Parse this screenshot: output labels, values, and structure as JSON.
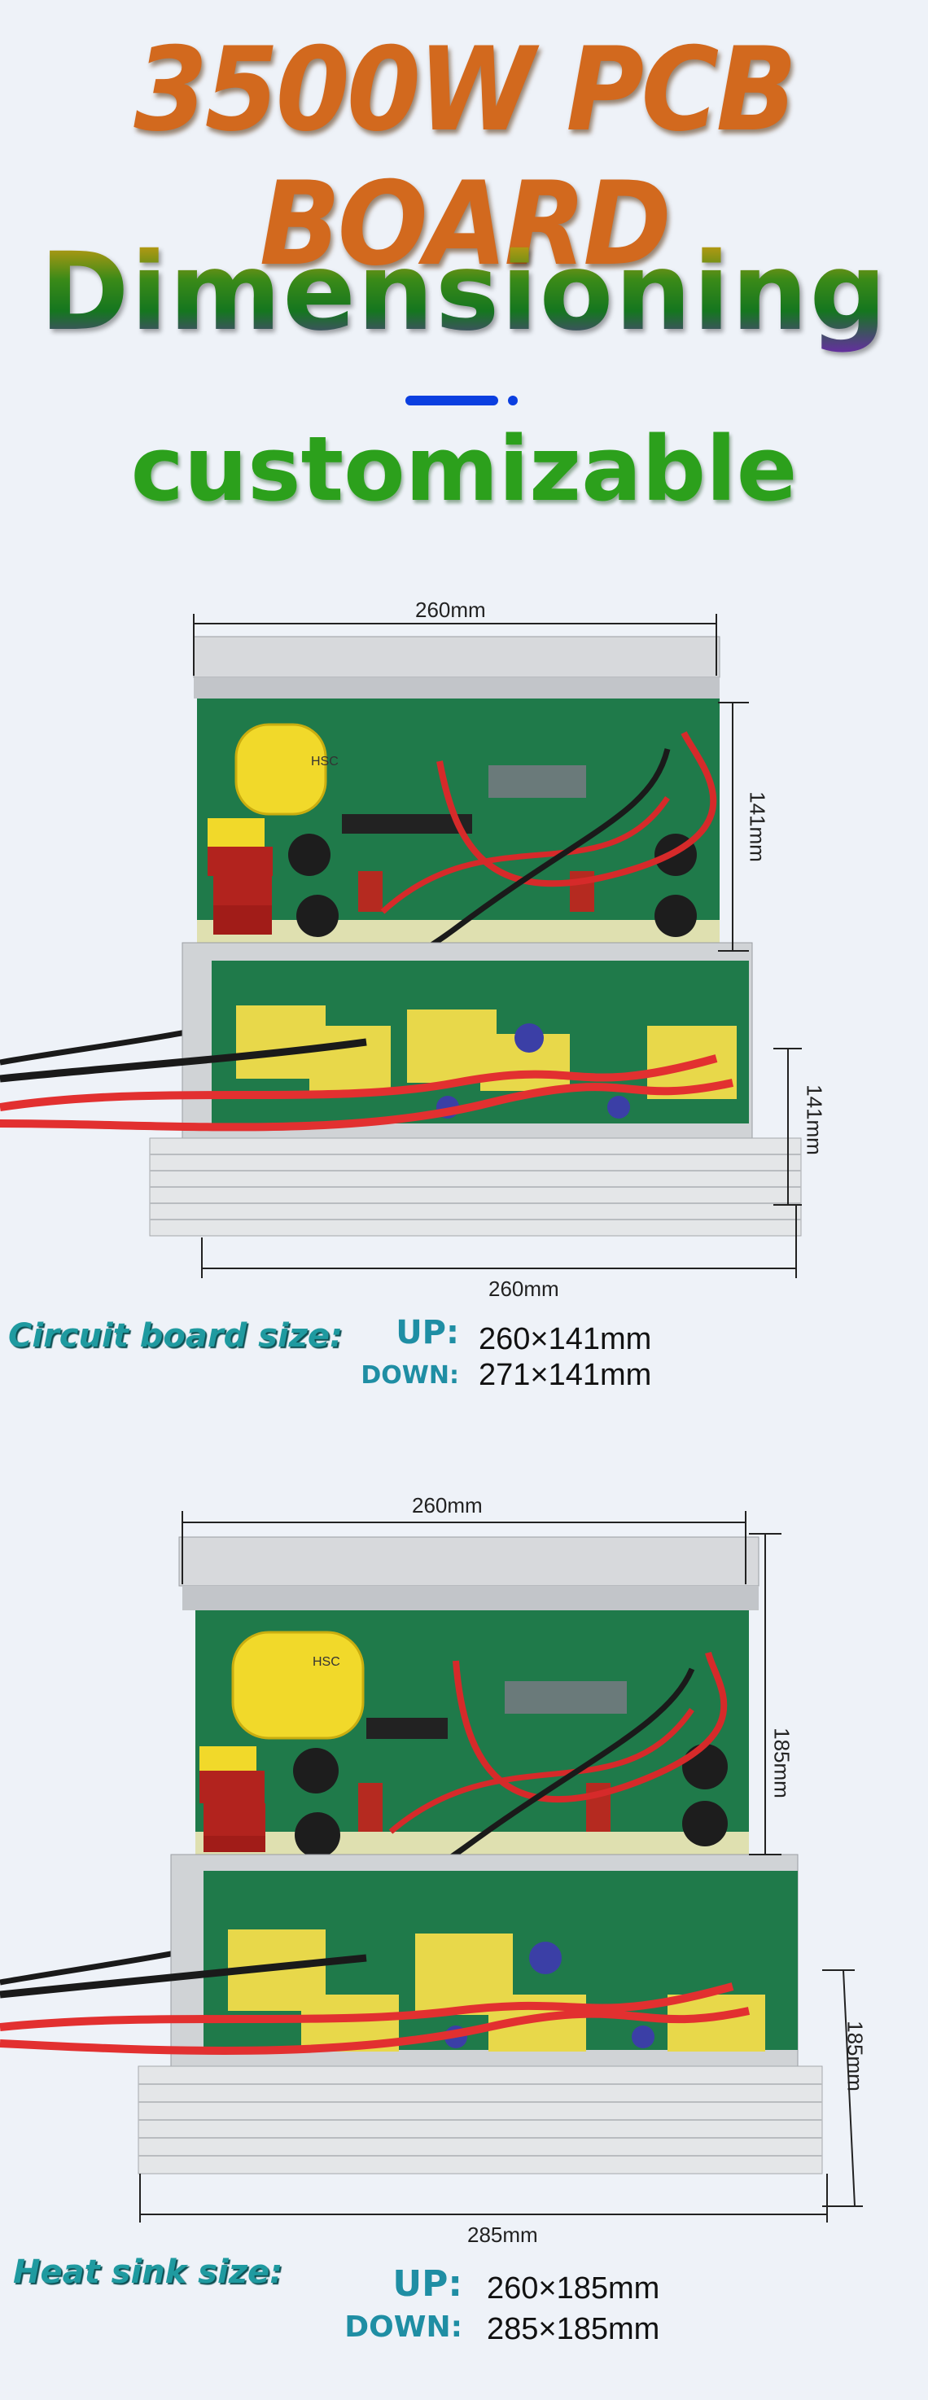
{
  "header": {
    "title": "3500W PCB BOARD",
    "subtitle": "Dimensioning",
    "tagline": "customizable"
  },
  "section1": {
    "top_width": "260mm",
    "top_height": "141mm",
    "bottom_height": "141mm",
    "bottom_width": "260mm",
    "label": "Circuit board size:",
    "up_label": "UP:",
    "up_value": "260×141mm",
    "down_label": "DOWN:",
    "down_value": "271×141mm"
  },
  "section2": {
    "top_width": "260mm",
    "top_height": "185mm",
    "bottom_height": "185mm",
    "bottom_width": "285mm",
    "label": "Heat sink size:",
    "up_label": "UP:",
    "up_value": "260×185mm",
    "down_label": "DOWN:",
    "down_value": "285×185mm"
  },
  "board_chip_text": "HSC",
  "colors": {
    "title": "#d2691e",
    "tagline": "#2ca01c",
    "accent": "#0b3fe0",
    "label": "#1f9aa0",
    "pcb": "#1f7a4a"
  }
}
